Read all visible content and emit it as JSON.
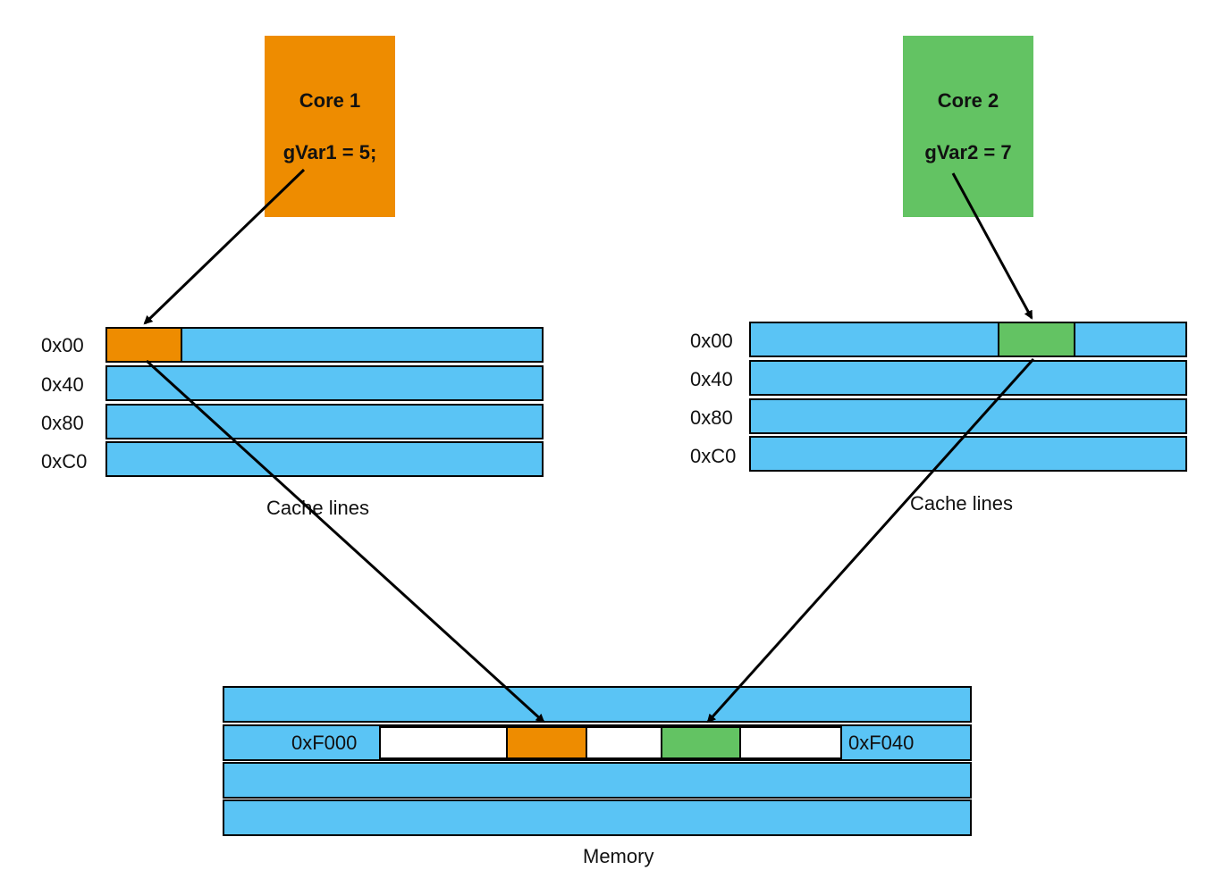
{
  "core1": {
    "title": "Core 1",
    "code": "gVar1 = 5;",
    "color": "#ee8c00"
  },
  "core2": {
    "title": "Core 2",
    "code": "gVar2 = 7",
    "color": "#63c363"
  },
  "cache1": {
    "addresses": [
      "0x00",
      "0x40",
      "0x80",
      "0xC0"
    ],
    "caption": "Cache lines"
  },
  "cache2": {
    "addresses": [
      "0x00",
      "0x40",
      "0x80",
      "0xC0"
    ],
    "caption": "Cache lines"
  },
  "memory": {
    "start_address": "0xF000",
    "end_address": "0xF040",
    "caption": "Memory"
  },
  "colors": {
    "cache_blue": "#5ac4f5",
    "border": "#000000",
    "empty_slot": "#ffffff"
  }
}
